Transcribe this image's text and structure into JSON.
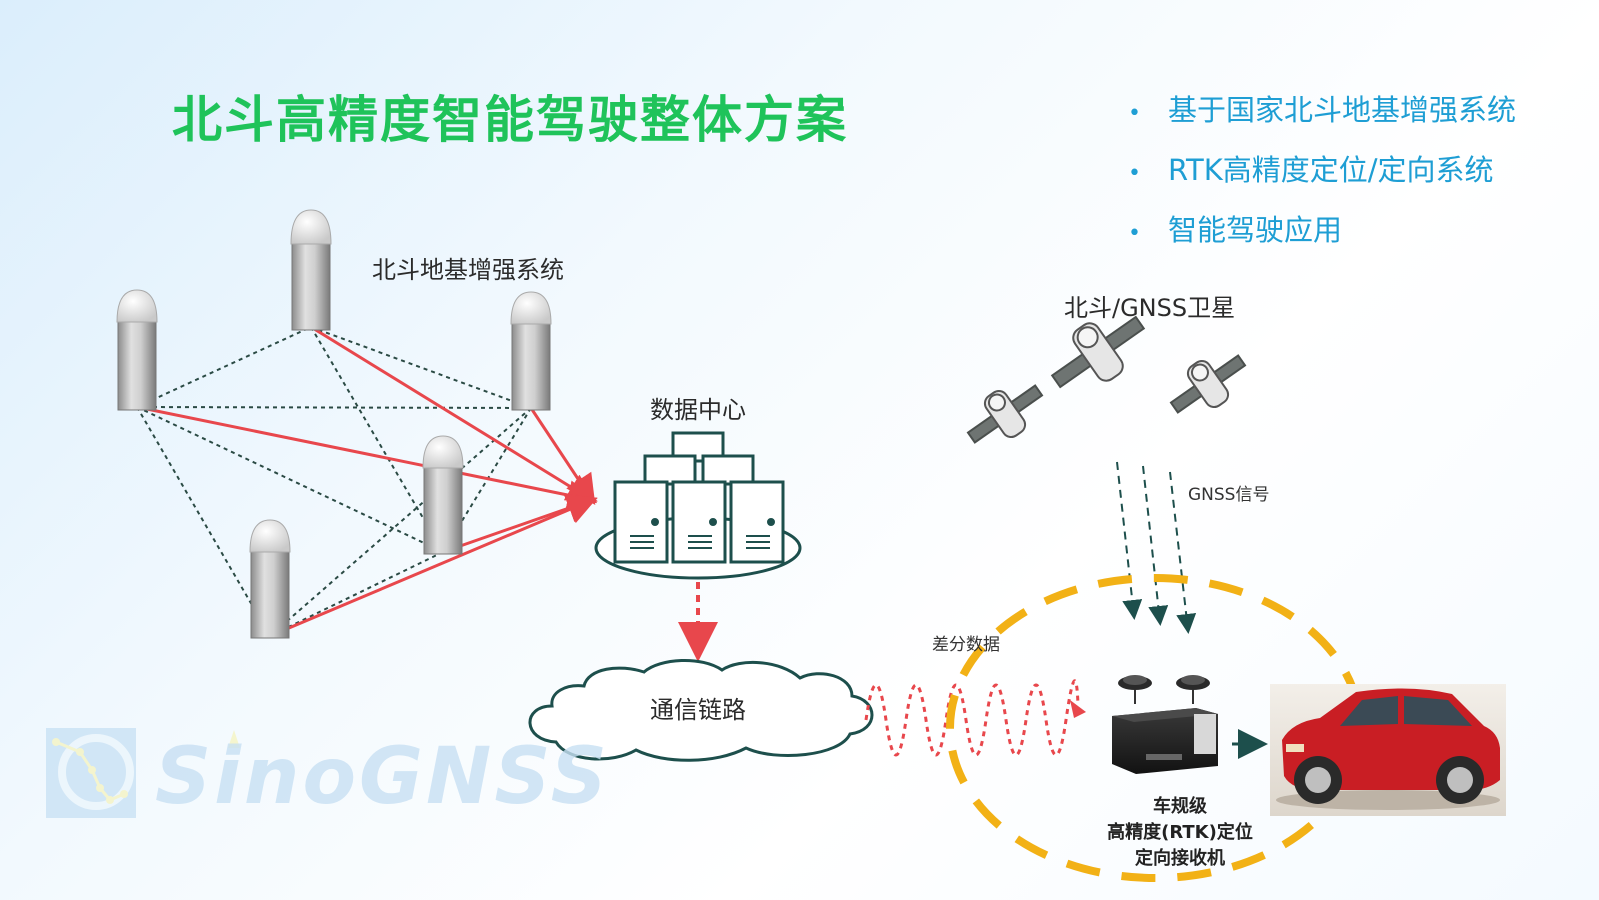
{
  "title": "北斗高精度智能驾驶整体方案",
  "bullets": [
    {
      "text": "基于国家北斗地基增强系统"
    },
    {
      "text": "RTK高精度定位/定向系统"
    },
    {
      "text": "智能驾驶应用"
    }
  ],
  "labels": {
    "ground_system": "北斗地基增强系统",
    "data_center": "数据中心",
    "satellites": "北斗/GNSS卫星",
    "gnss_signal": "GNSS信号",
    "diff_data": "差分数据",
    "comm_link": "通信链路"
  },
  "receiver_caption": [
    "车规级",
    "高精度(RTK)定位",
    "定向接收机"
  ],
  "logo": {
    "text": "SinoGNSS"
  },
  "colors": {
    "title": "#1fc35a",
    "bullet": "#1e9ed4",
    "red_link": "#e8474c",
    "dark_green": "#1d4f4c",
    "yellow_dash": "#f2b116"
  }
}
